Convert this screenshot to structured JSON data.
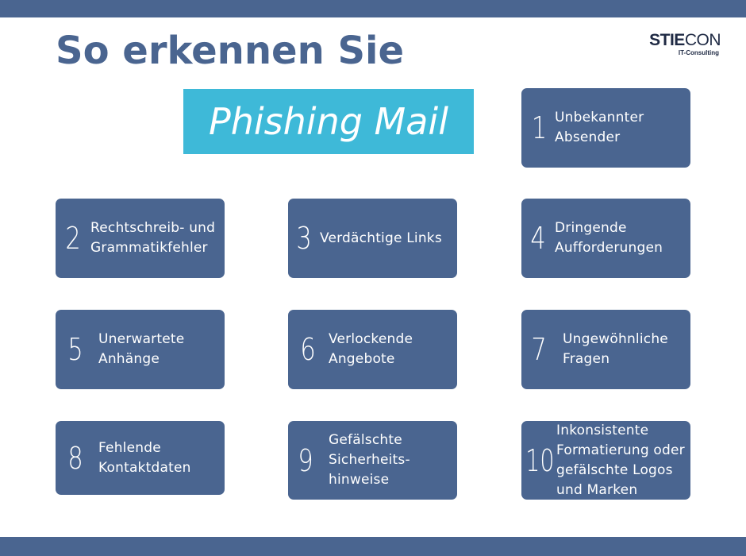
{
  "header": {
    "title": "So erkennen Sie",
    "subtitle": "Phishing Mail"
  },
  "logo": {
    "text_bold": "STIE",
    "text_regular": "CON",
    "tagline": "IT-Consulting"
  },
  "colors": {
    "primary": "#4a6590",
    "accent": "#3eb9d8",
    "background": "#ffffff",
    "logo_text": "#1f2a44"
  },
  "cards": [
    {
      "number": "1",
      "text": "Unbekannter\nAbsender"
    },
    {
      "number": "2",
      "text": "Rechtschreib- und\nGrammatikfehler"
    },
    {
      "number": "3",
      "text": "Verdächtige Links"
    },
    {
      "number": "4",
      "text": "Dringende\nAufforderungen"
    },
    {
      "number": "5",
      "text": "Unerwartete\nAnhänge"
    },
    {
      "number": "6",
      "text": "Verlockende\nAngebote"
    },
    {
      "number": "7",
      "text": "Ungewöhnliche\nFragen"
    },
    {
      "number": "8",
      "text": "Fehlende\nKontaktdaten"
    },
    {
      "number": "9",
      "text": "Gefälschte\nSicherheits-\nhinweise"
    },
    {
      "number": "10",
      "text": "Inkonsistente\nFormatierung oder\ngefälschte Logos\nund Marken"
    }
  ]
}
